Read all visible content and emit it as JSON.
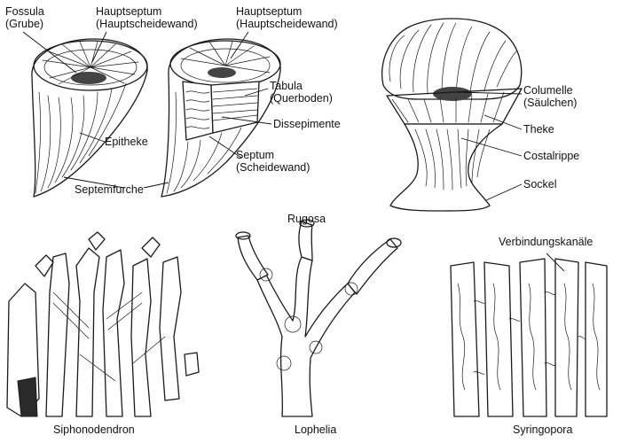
{
  "labels": {
    "fossula": [
      "Fossula",
      "(Grube)"
    ],
    "hauptseptum_left": [
      "Hauptseptum",
      "(Hauptscheidewand)"
    ],
    "hauptseptum_right": [
      "Hauptseptum",
      "(Hauptscheidewand)"
    ],
    "tabula": [
      "Tabula",
      "(Querboden)"
    ],
    "dissepimente": "Dissepimente",
    "epitheke": "Epitheke",
    "septum": [
      "Septum",
      "(Scheidewand)"
    ],
    "septemfurche": "Septemfurche",
    "columelle": [
      "Columelle",
      "(Säulchen)"
    ],
    "theke": "Theke",
    "costalrippe": "Costalrippe",
    "sockel": "Sockel",
    "rugosa": "Rugosa",
    "verbindungskanaele": "Verbindungskanäle"
  },
  "captions": {
    "siphonodendron": "Siphonodendron",
    "lophelia": "Lophelia",
    "syringopora": "Syringopora"
  }
}
